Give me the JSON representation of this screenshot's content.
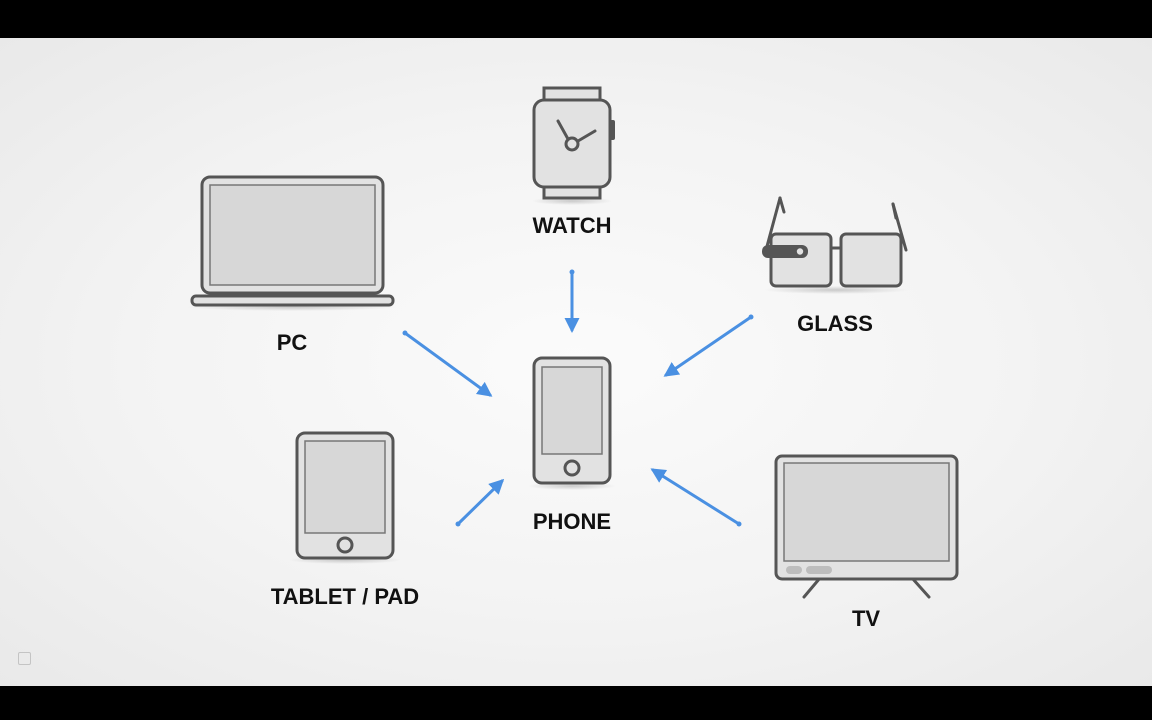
{
  "diagram": {
    "center_device": {
      "name": "phone",
      "label": "PHONE"
    },
    "devices": [
      {
        "name": "watch",
        "label": "WATCH"
      },
      {
        "name": "glass",
        "label": "GLASS"
      },
      {
        "name": "pc",
        "label": "PC"
      },
      {
        "name": "tablet",
        "label": "TABLET / PAD"
      },
      {
        "name": "tv",
        "label": "TV"
      }
    ],
    "arrow_color": "#4a90e2",
    "device_stroke_color": "#555555",
    "device_fill_color": "#e2e2e2"
  }
}
